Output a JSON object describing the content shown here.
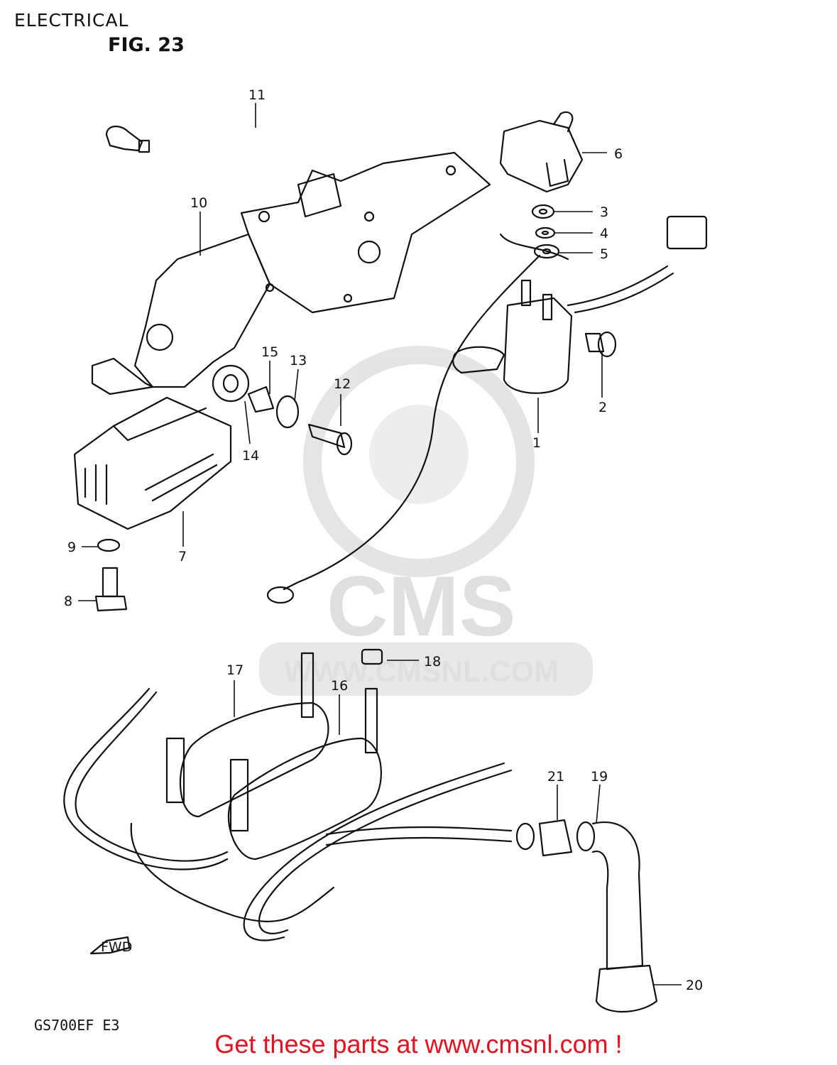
{
  "header": {
    "title": "ELECTRICAL",
    "figure": "FIG. 23"
  },
  "watermark": {
    "brand": "CMS",
    "url": "WWW.CMSNL.COM"
  },
  "fwd_arrow": "FWD",
  "callouts": [
    "1",
    "2",
    "3",
    "4",
    "5",
    "6",
    "7",
    "8",
    "9",
    "10",
    "11",
    "12",
    "13",
    "14",
    "15",
    "16",
    "17",
    "18",
    "19",
    "20",
    "21"
  ],
  "model_code": "GS700EF  E3",
  "footer": {
    "text": "Get these parts at www.cmsnl.com !",
    "color": "#e8101e"
  }
}
